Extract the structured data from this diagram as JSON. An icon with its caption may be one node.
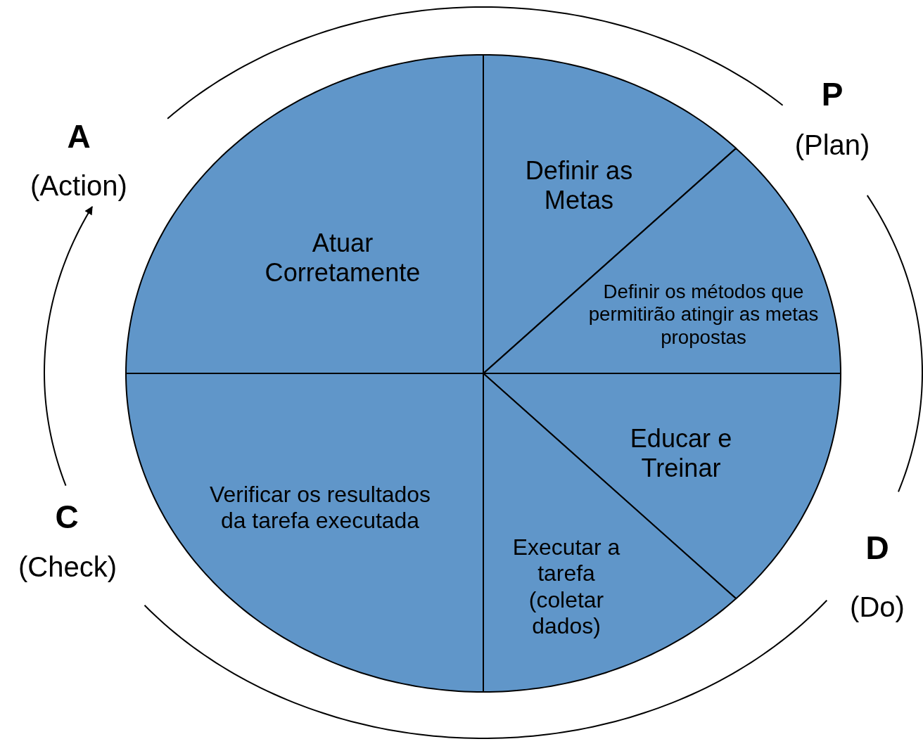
{
  "diagram": {
    "nodes": [
      {
        "text": [
          "A",
          "(Action)"
        ]
      },
      {
        "text": [
          "P",
          "(Plan)"
        ]
      },
      {
        "text": [
          "Atuar Corretamente"
        ]
      },
      {
        "text": [
          "Definir as Metas"
        ]
      },
      {
        "text": [
          "Definir os métodos que permitirão atingir as metas propostas"
        ]
      },
      {
        "text": [
          "Educar e Treinar"
        ]
      },
      {
        "text": [
          "Executar a tarefa (coletar dados)"
        ]
      },
      {
        "text": [
          "Verificar os resultados da tarefa executada"
        ]
      },
      {
        "text": [
          "C",
          "(Check)"
        ]
      },
      {
        "text": [
          "D",
          "(Do)"
        ]
      }
    ],
    "edges": [
      {
        "from": 0,
        "to": 1,
        "arrow": "none"
      },
      {
        "from": 1,
        "to": 9,
        "arrow": "none"
      },
      {
        "from": 9,
        "to": 8,
        "arrow": "none"
      },
      {
        "from": 8,
        "to": 0,
        "arrow": "to"
      }
    ]
  }
}
